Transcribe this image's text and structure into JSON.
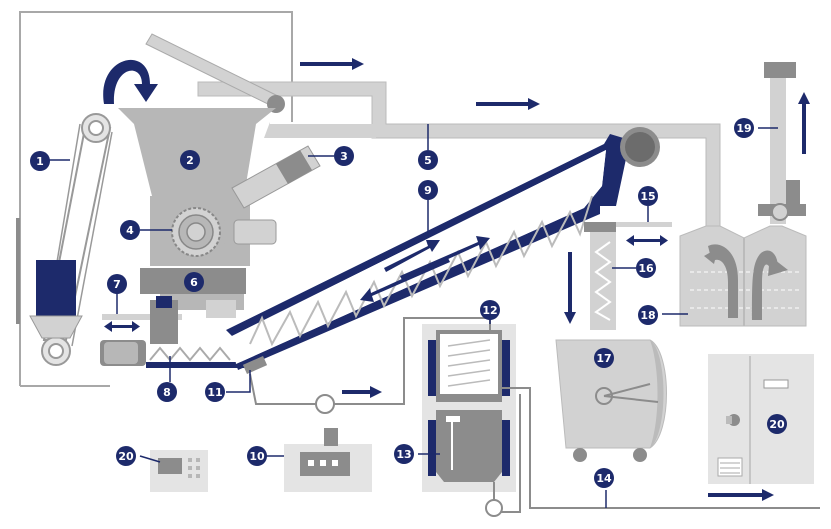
{
  "colors": {
    "navy": "#1d2a6b",
    "gray_dark": "#8c8c8c",
    "gray_mid": "#b7b7b7",
    "gray_light": "#d2d2d2",
    "gray_pale": "#e4e4e4",
    "white": "#ffffff"
  },
  "callouts": [
    {
      "id": "c1",
      "label": "1",
      "part": "bucket-elevator"
    },
    {
      "id": "c2",
      "label": "2",
      "part": "feed-hopper"
    },
    {
      "id": "c3",
      "label": "3",
      "part": "side-vibrator"
    },
    {
      "id": "c4",
      "label": "4",
      "part": "rotary-valve"
    },
    {
      "id": "c5",
      "label": "5",
      "part": "exhaust-duct"
    },
    {
      "id": "c6",
      "label": "6",
      "part": "dosing-unit"
    },
    {
      "id": "c7",
      "label": "7",
      "part": "slide-plate-left"
    },
    {
      "id": "c8",
      "label": "8",
      "part": "screw-feeder"
    },
    {
      "id": "c9",
      "label": "9",
      "part": "inclined-screw-conveyor"
    },
    {
      "id": "c10",
      "label": "10",
      "part": "control-unit"
    },
    {
      "id": "c11",
      "label": "11",
      "part": "conveyor-inlet"
    },
    {
      "id": "c12",
      "label": "12",
      "part": "upper-heat-exchanger"
    },
    {
      "id": "c13",
      "label": "13",
      "part": "lower-tank"
    },
    {
      "id": "c14",
      "label": "14",
      "part": "outlet-pipe"
    },
    {
      "id": "c15",
      "label": "15",
      "part": "slide-plate-right"
    },
    {
      "id": "c16",
      "label": "16",
      "part": "vertical-spring"
    },
    {
      "id": "c17",
      "label": "17",
      "part": "mixer-drum"
    },
    {
      "id": "c18",
      "label": "18",
      "part": "mixing-chamber"
    },
    {
      "id": "c19",
      "label": "19",
      "part": "vertical-stack"
    },
    {
      "id": "c20a",
      "label": "20",
      "part": "operator-panel"
    },
    {
      "id": "c20b",
      "label": "20",
      "part": "switch-cabinet"
    }
  ]
}
